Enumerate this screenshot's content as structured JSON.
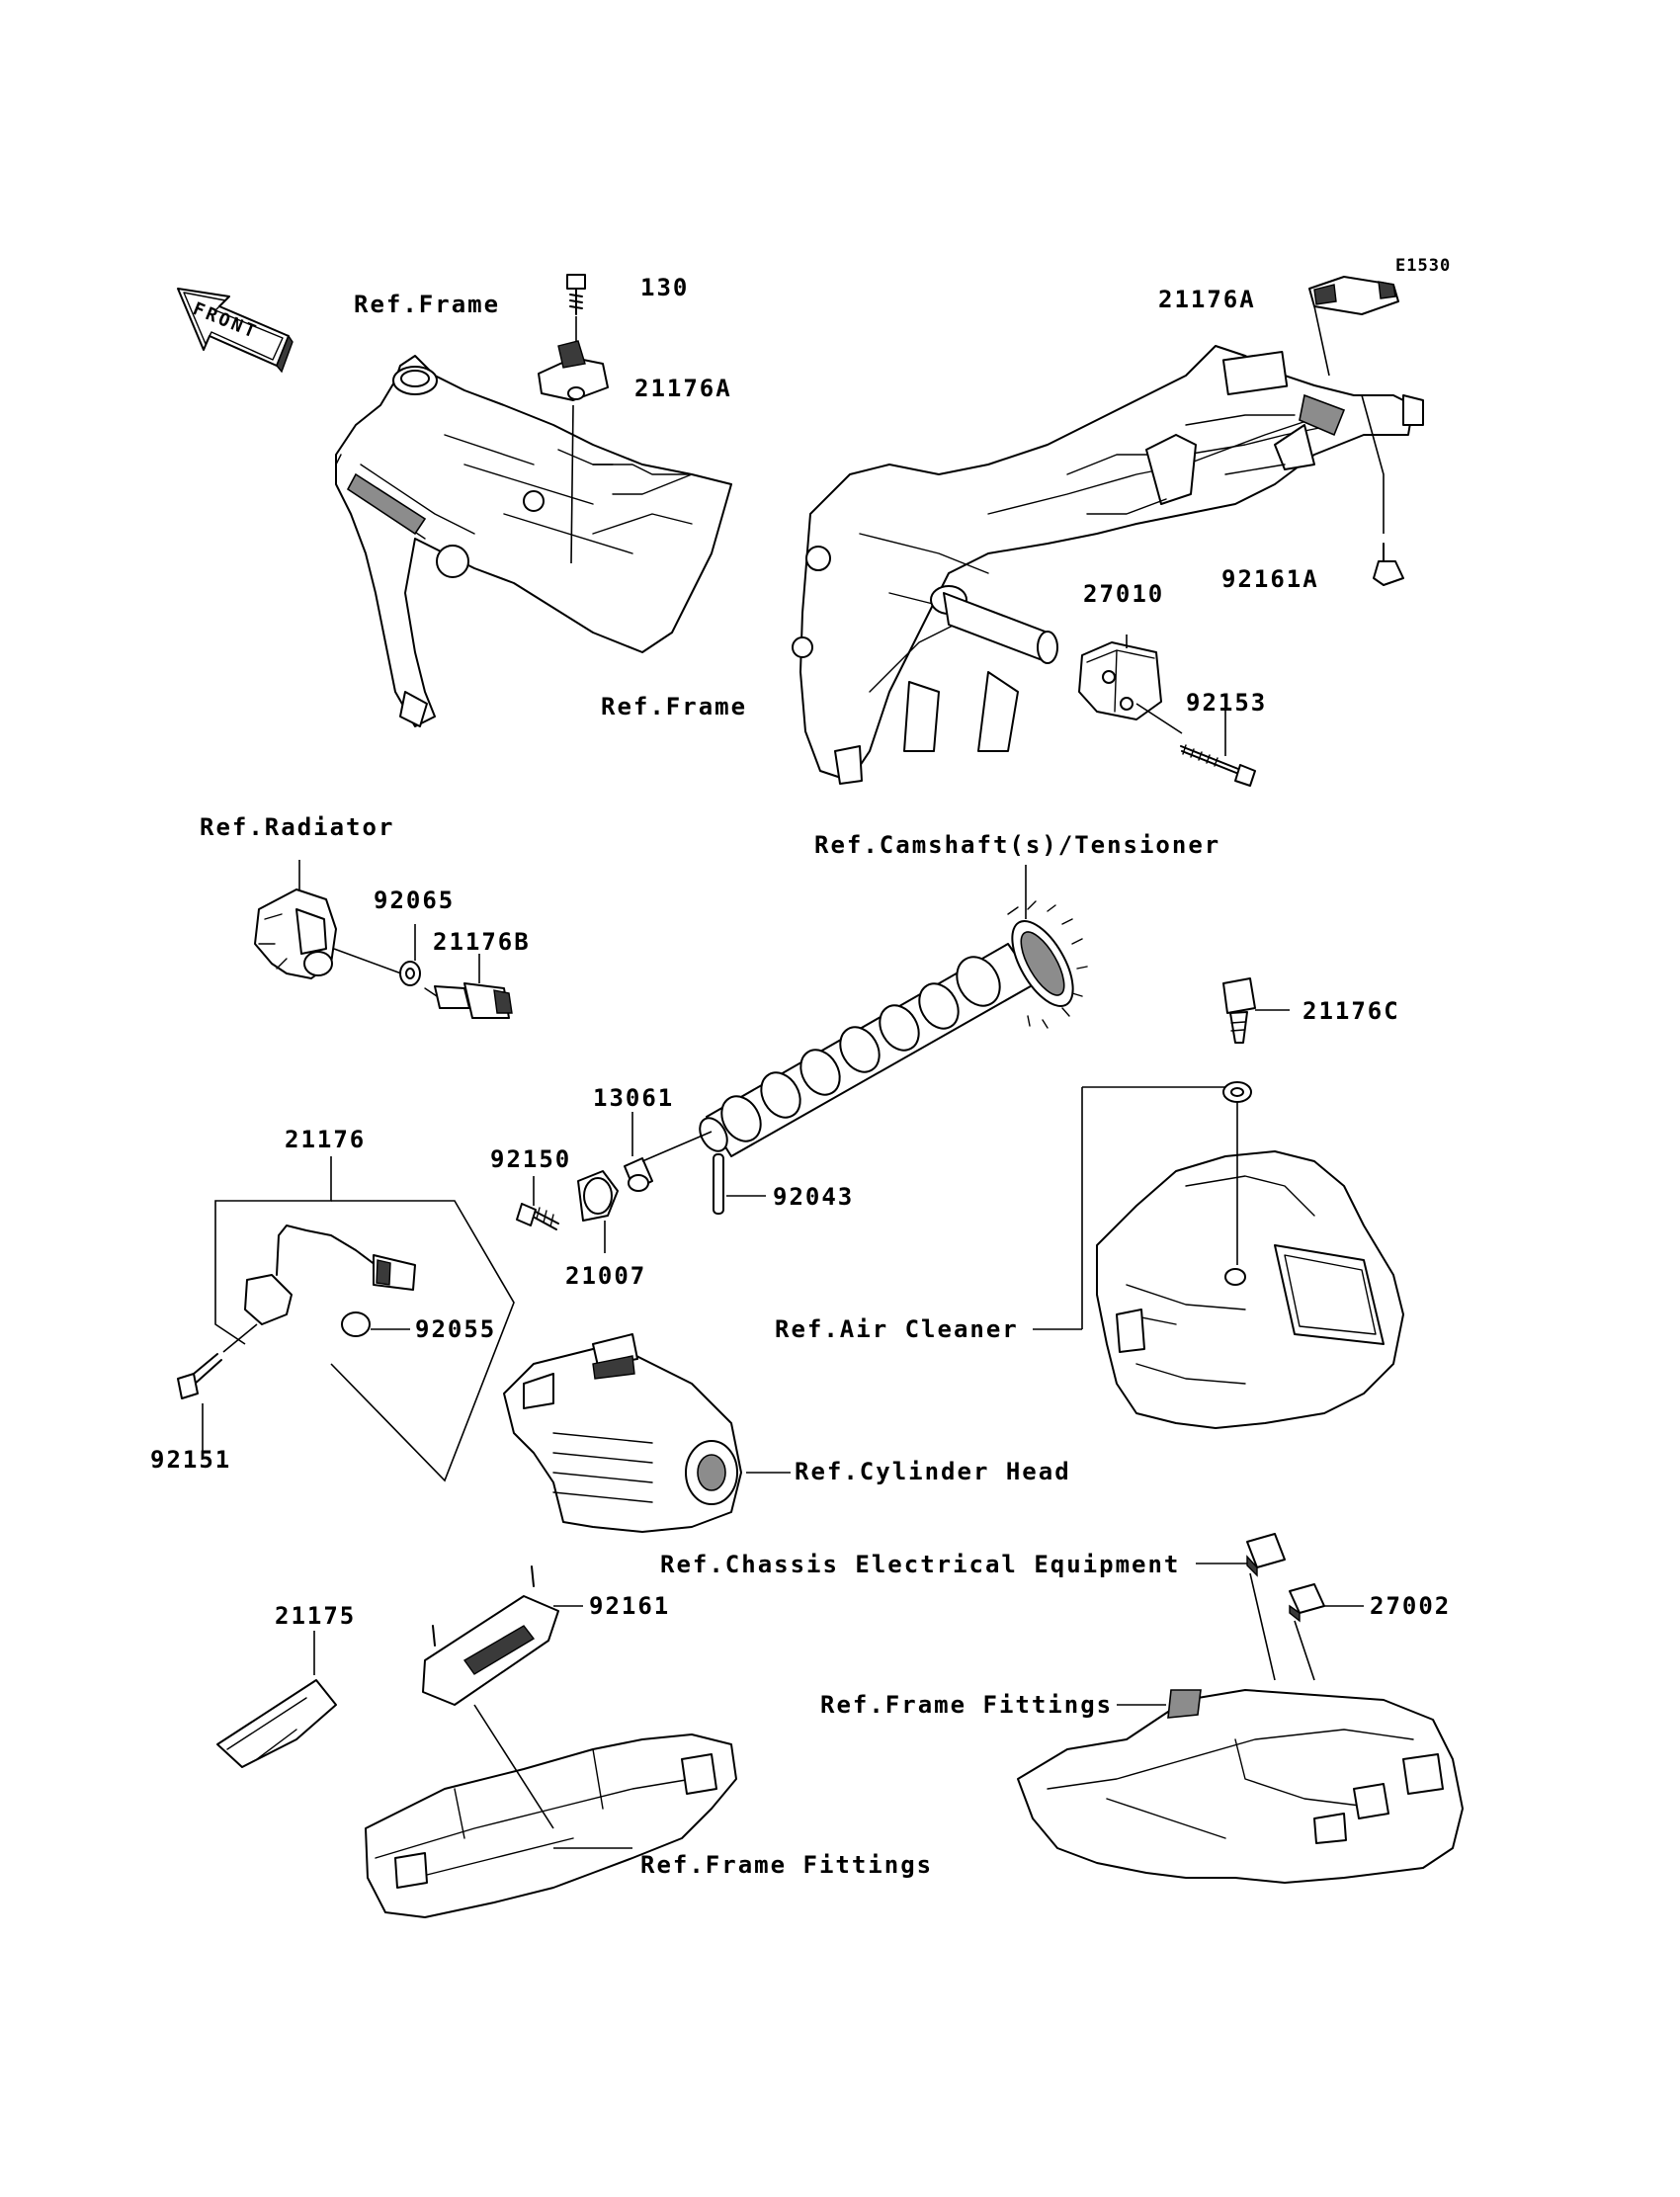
{
  "diagram_code": "E1530",
  "direction_label": "FRONT",
  "part_numbers": {
    "p130": "130",
    "p21176A_top": "21176A",
    "p21176A_right": "21176A",
    "p92161A": "92161A",
    "p27010": "27010",
    "p92153": "92153",
    "p92065": "92065",
    "p21176B": "21176B",
    "p21176C": "21176C",
    "p13061": "13061",
    "p92150": "92150",
    "p92043": "92043",
    "p21007": "21007",
    "p21176": "21176",
    "p92055": "92055",
    "p92151": "92151",
    "p21175": "21175",
    "p92161": "92161",
    "p27002": "27002"
  },
  "references": {
    "frame_left": "Ref.Frame",
    "frame_center": "Ref.Frame",
    "radiator": "Ref.Radiator",
    "camshaft": "Ref.Camshaft(s)/Tensioner",
    "air_cleaner": "Ref.Air Cleaner",
    "cylinder_head": "Ref.Cylinder Head",
    "chassis_electrical": "Ref.Chassis Electrical Equipment",
    "frame_fittings_right": "Ref.Frame Fittings",
    "frame_fittings_left": "Ref.Frame Fittings"
  }
}
